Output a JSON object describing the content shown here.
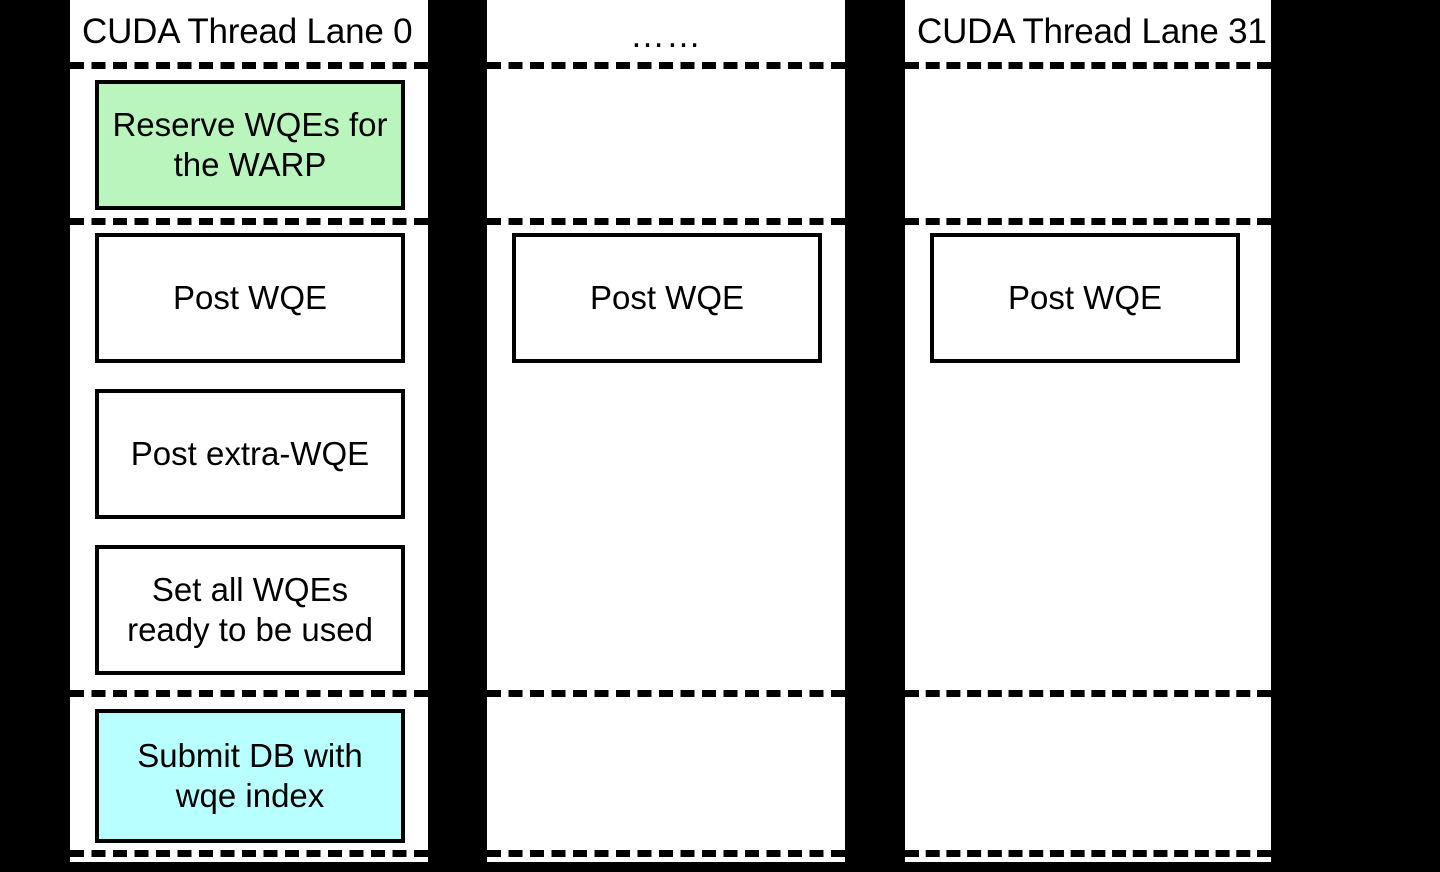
{
  "diagram": {
    "type": "swimlane-flow",
    "background_color": "#000000",
    "lane_fill_color": "#ffffff",
    "stroke_color": "#000000",
    "highlight_colors": {
      "reserve_step": "#b9f5bc",
      "doorbell_step": "#b8ffff"
    },
    "lanes": [
      {
        "id": "lane-0",
        "title": "CUDA Thread Lane 0",
        "title_align": "left",
        "steps": [
          {
            "label": "Reserve WQEs for the WARP",
            "fill": "#b9f5bc"
          },
          {
            "label": "Post WQE",
            "fill": "#ffffff"
          },
          {
            "label": "Post extra-WQE",
            "fill": "#ffffff"
          },
          {
            "label": "Set all WQEs ready to be used",
            "fill": "#ffffff"
          },
          {
            "label": "Submit DB with wqe index",
            "fill": "#b8ffff"
          }
        ]
      },
      {
        "id": "lane-middle",
        "title": "……",
        "title_align": "center",
        "steps": [
          {
            "label": "Post WQE",
            "fill": "#ffffff"
          }
        ]
      },
      {
        "id": "lane-31",
        "title": "CUDA Thread Lane 31",
        "title_align": "left",
        "steps": [
          {
            "label": "Post WQE",
            "fill": "#ffffff"
          }
        ]
      }
    ],
    "separators": {
      "count_lane0": 4,
      "count_other_lanes": 3,
      "style": "dashed"
    }
  },
  "labels": {
    "lane0_title": "CUDA Thread Lane 0",
    "lane_mid_title": "……",
    "lane31_title": "CUDA Thread Lane 31",
    "step_reserve": "Reserve WQEs for\nthe WARP",
    "step_reserve_line1": "Reserve WQEs for",
    "step_reserve_line2": "the WARP",
    "step_post_wqe": "Post WQE",
    "step_post_extra_wqe": "Post extra-WQE",
    "step_set_ready_line1": "Set all WQEs",
    "step_set_ready_line2": "ready to be used",
    "step_submit_db_line1": "Submit DB with",
    "step_submit_db_line2": "wqe index",
    "step_post_wqe_mid": "Post WQE",
    "step_post_wqe_31": "Post WQE"
  }
}
